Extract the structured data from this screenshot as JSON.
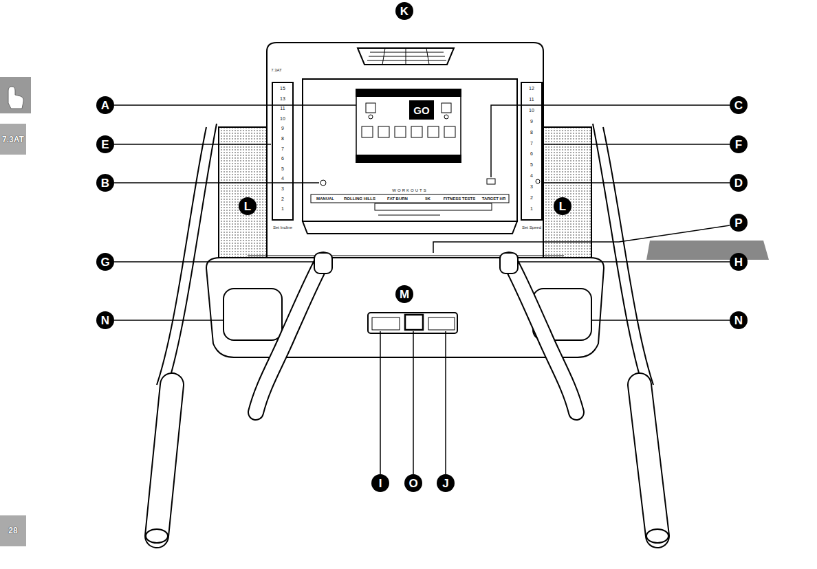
{
  "diagram": {
    "labels": [
      "7.3AT",
      "K",
      "7.3AT",
      "A",
      "C",
      "GO",
      "E",
      "F",
      "B",
      "D",
      "WORKOUTS",
      "MANUAL",
      "ROLLING HILLS",
      "FAT BURN",
      "5K",
      "FITNESS TESTS",
      "TARGET HR",
      "15",
      "13",
      "11",
      "10",
      "9",
      "8",
      "7",
      "6",
      "5",
      "4",
      "3",
      "2",
      "1",
      "12",
      "11",
      "10",
      "9",
      "8",
      "7",
      "6",
      "5",
      "4",
      "3",
      "2",
      "1",
      "L",
      "L",
      "P",
      "Set Incline",
      "Set Speed",
      "G",
      "H",
      "M",
      "N",
      "N",
      "I",
      "O",
      "J",
      "28"
    ]
  }
}
